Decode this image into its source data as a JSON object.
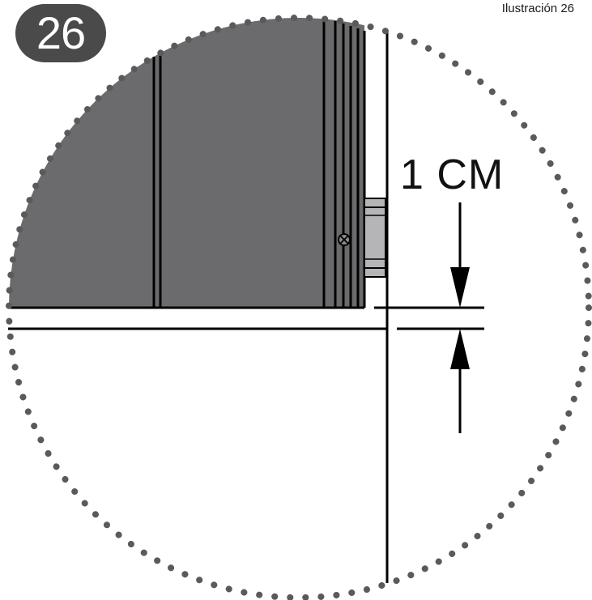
{
  "figure": {
    "caption": "Ilustración 26",
    "step_number": "26",
    "dimension_label": "1 CM"
  },
  "colors": {
    "panel_fill": "#6b6b6d",
    "bracket_fill": "#b5b5b7",
    "badge_fill": "#4a4a4a",
    "line": "#000000",
    "dotted_circle": "#5a5a5c"
  },
  "icons": {
    "screw": "screw-icon",
    "arrow_down": "arrow-down-icon",
    "arrow_up": "arrow-up-icon"
  }
}
